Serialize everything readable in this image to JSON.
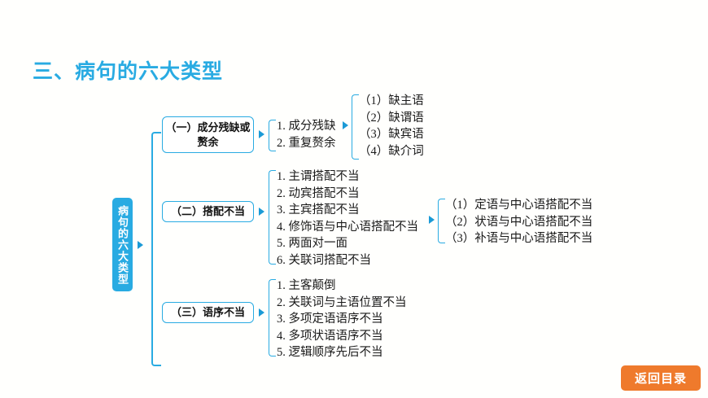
{
  "slide": {
    "background_color": "#fffffd",
    "accent_color": "#29abe2",
    "button_color": "#ef7a2c",
    "title": "三、病句的六大类型"
  },
  "root": {
    "label": "病句的六大类型"
  },
  "branches": [
    {
      "id": "one",
      "label": "（一）成分残缺或赘余",
      "sub_items": [
        "1. 成分残缺",
        "2. 重复赘余"
      ],
      "sub_sub_items": [
        "（1）缺主语",
        "（2）缺谓语",
        "（3）缺宾语",
        "（4）缺介词"
      ]
    },
    {
      "id": "two",
      "label": "（二）搭配不当",
      "sub_items": [
        "1. 主谓搭配不当",
        "2. 动宾搭配不当",
        "3. 主宾搭配不当",
        "4. 修饰语与中心语搭配不当",
        "5. 两面对一面",
        "6. 关联词搭配不当"
      ],
      "sub_sub_items": [
        "（1）定语与中心语搭配不当",
        "（2）状语与中心语搭配不当",
        "（3）补语与中心语搭配不当"
      ]
    },
    {
      "id": "three",
      "label": "（三）语序不当",
      "sub_items": [
        "1. 主客颠倒",
        "2. 关联词与主语位置不当",
        "3. 多项定语语序不当",
        "4. 多项状语语序不当",
        "5. 逻辑顺序先后不当"
      ],
      "sub_sub_items": []
    }
  ],
  "footer": {
    "return_button_label": "返回目录"
  },
  "icons": {
    "arrow_right": "triangle-right-icon"
  }
}
